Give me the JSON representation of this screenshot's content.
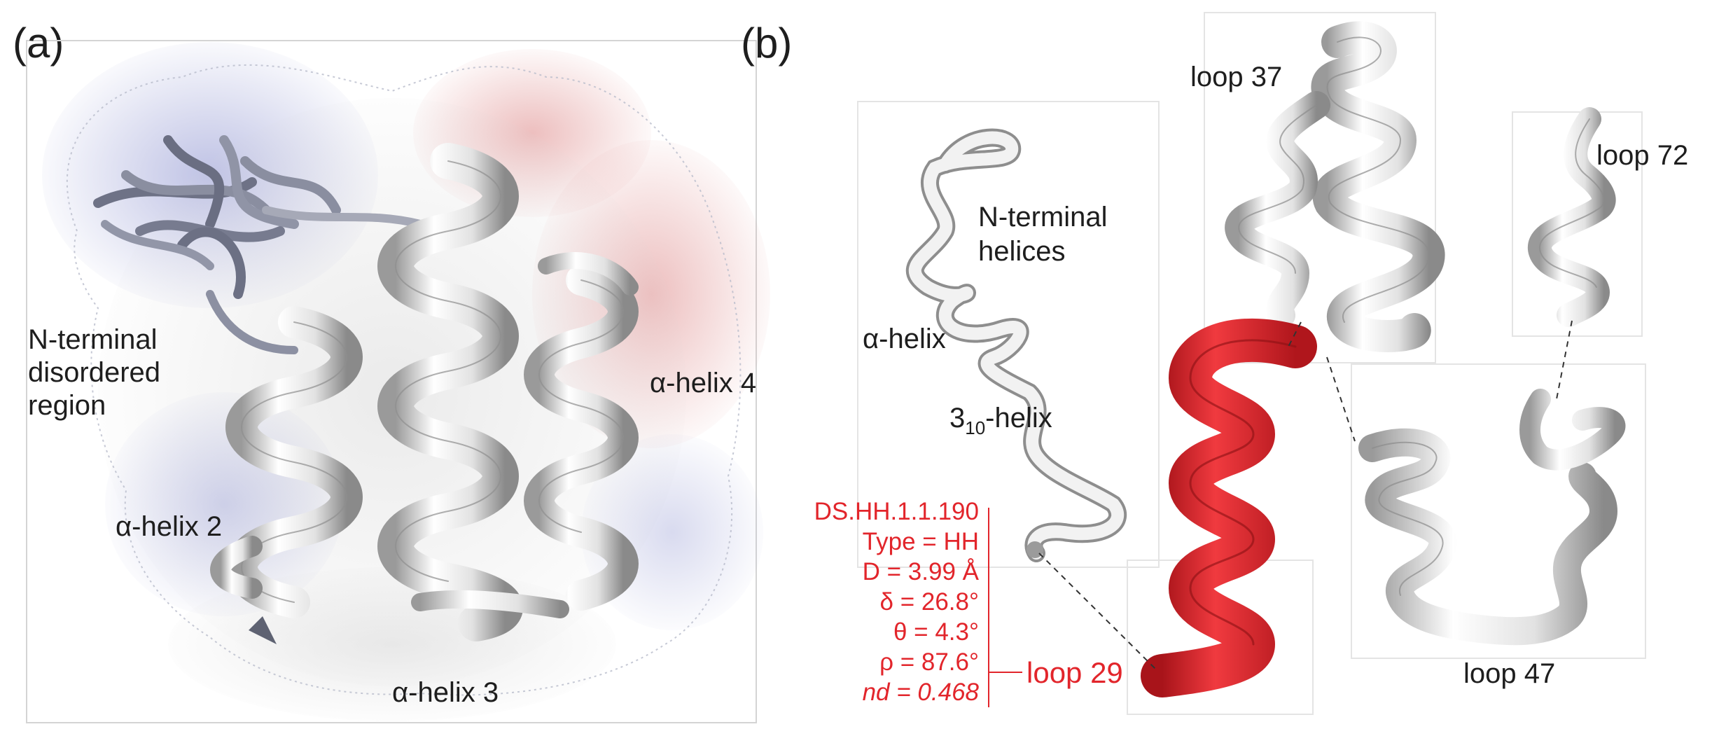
{
  "panel_a": {
    "tag": "(a)",
    "labels": {
      "nterm_line1": "N-terminal",
      "nterm_line2": "disordered",
      "nterm_line3": "region",
      "helix4": "α-helix 4",
      "helix2": "α-helix 2",
      "helix3": "α-helix 3"
    }
  },
  "panel_b": {
    "tag": "(b)",
    "labels": {
      "loop37": "loop 37",
      "loop72": "loop 72",
      "nterm_helices_line1": "N-terminal",
      "nterm_helices_line2": "helices",
      "alpha_helix": "α-helix",
      "three_ten_main": "3",
      "three_ten_sub": "10",
      "three_ten_suffix": "-helix",
      "loop29": "loop 29",
      "loop47": "loop 47"
    },
    "stats": [
      {
        "label": "DS.HH.1.1.190",
        "italic": false
      },
      {
        "label": "Type = HH",
        "italic": false
      },
      {
        "label": "D = 3.99 Å",
        "italic": false
      },
      {
        "label": "δ = 26.8°",
        "italic": false
      },
      {
        "label": "θ = 4.3°",
        "italic": false
      },
      {
        "label": "ρ = 87.6°",
        "italic": false
      },
      {
        "label": "nd = 0.468",
        "italic": true
      }
    ]
  },
  "colors": {
    "accent_red": "#e2252b",
    "text": "#1e1e1e",
    "ribbon": "#e8e8e8",
    "ribbon_shadow": "#8f8f8f",
    "surface_blue": "#7d84c7",
    "surface_red": "#d98080"
  }
}
